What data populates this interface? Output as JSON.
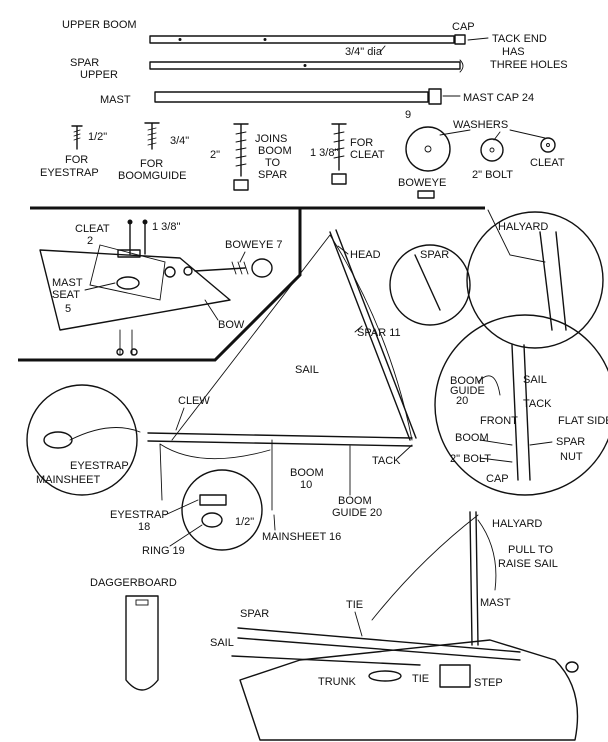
{
  "top_parts": {
    "upper_boom": "UPPER BOOM",
    "spar_upper": "SPAR",
    "upper_spar_label": "UPPER",
    "diameter": "3/4\" dia",
    "cap": "CAP",
    "tack_end": "TACK END",
    "has_three_holes_1": "HAS",
    "has_three_holes_2": "THREE HOLES",
    "mast": "MAST",
    "mast_number": "9",
    "mast_cap": "MAST CAP 24"
  },
  "hardware": {
    "screw_eyestrap_size": "1/2\"",
    "screw_eyestrap_label_1": "FOR",
    "screw_eyestrap_label_2": "EYESTRAP",
    "screw_boomguide_size": "3/4\"",
    "screw_boomguide_label_1": "FOR",
    "screw_boomguide_label_2": "BOOMGUIDE",
    "bolt_joins_size": "2\"",
    "bolt_joins_label_1": "JOINS",
    "bolt_joins_label_2": "BOOM",
    "bolt_joins_label_3": "TO",
    "bolt_joins_label_4": "SPAR",
    "bolt_cleat_size": "1 3/8\"",
    "bolt_cleat_label_1": "FOR",
    "bolt_cleat_label_2": "CLEAT",
    "washers": "WASHERS",
    "washer_boweye": "BOWEYE",
    "washer_bolt": "2\" BOLT",
    "washer_cleat": "CLEAT"
  },
  "bow_detail": {
    "cleat": "CLEAT",
    "cleat_number": "2",
    "screw_size": "1 3/8\"",
    "boweye": "BOWEYE 7",
    "mast_seat_1": "MAST",
    "mast_seat_2": "SEAT",
    "mast_seat_3": "5",
    "bow": "BOW"
  },
  "rig": {
    "head": "HEAD",
    "spar": "SPAR 11",
    "sail": "SAIL",
    "clew": "CLEW",
    "tack": "TACK",
    "boom": "BOOM",
    "boom_number": "10",
    "boom_guide": "BOOM",
    "boom_guide_number": "GUIDE 20",
    "mainsheet": "MAINSHEET 16",
    "eyestrap": "EYESTRAP",
    "eyestrap_number": "18",
    "ring": "RING 19",
    "ring_size": "1/2\"",
    "halyard_top": "HALYARD",
    "spar_inset": "SPAR"
  },
  "left_inset": {
    "eyestrap": "EYESTRAP",
    "mainsheet": "MAINSHEET"
  },
  "right_inset": {
    "sail": "SAIL",
    "boom_guide_1": "BOOM",
    "boom_guide_2": "GUIDE",
    "boom_guide_3": "20",
    "tack": "TACK",
    "front": "FRONT",
    "boom": "BOOM",
    "bolt": "2\" BOLT",
    "cap": "CAP",
    "spar": "SPAR",
    "nut": "NUT",
    "flat_side": "FLAT SIDE"
  },
  "bottom": {
    "daggerboard": "DAGGERBOARD",
    "halyard": "HALYARD",
    "pull_1": "PULL TO",
    "pull_2": "RAISE SAIL",
    "mast": "MAST",
    "spar": "SPAR",
    "tie_upper": "TIE",
    "sail": "SAIL",
    "trunk": "TRUNK",
    "tie_lower": "TIE",
    "step": "STEP"
  }
}
